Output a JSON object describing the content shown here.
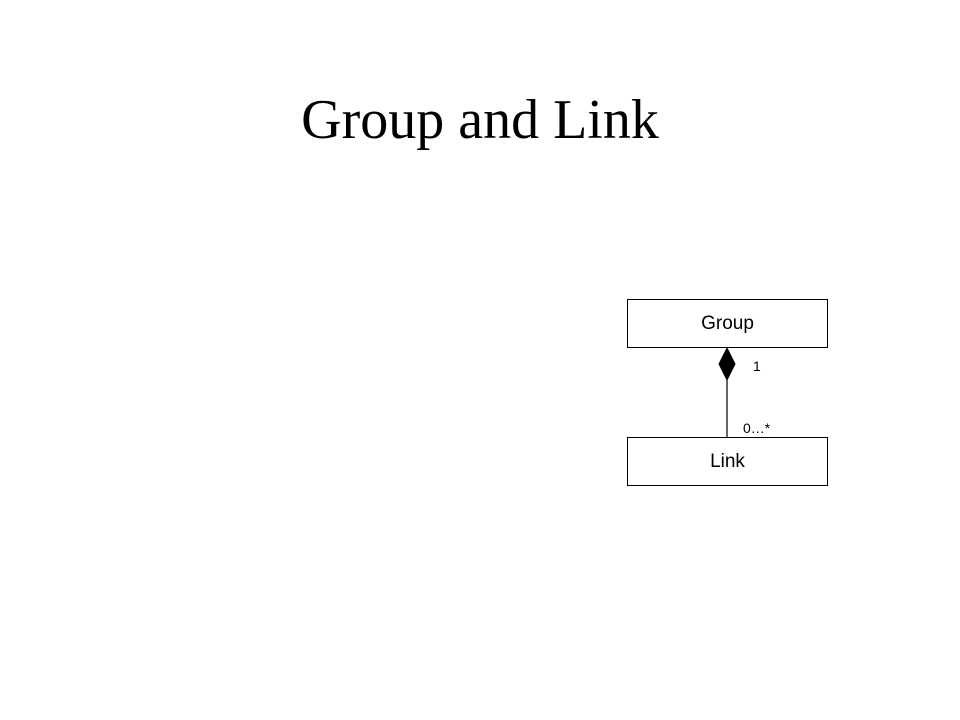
{
  "slide": {
    "title": "Group and Link"
  },
  "diagram": {
    "type": "uml-class-composition",
    "classes": [
      {
        "id": "group",
        "name": "Group"
      },
      {
        "id": "link",
        "name": "Link"
      }
    ],
    "association": {
      "kind": "composition",
      "whole": "Group",
      "part": "Link",
      "whole_multiplicity": "1",
      "part_multiplicity": "0…*"
    },
    "colors": {
      "background": "#ffffff",
      "stroke": "#000000",
      "text": "#000000"
    }
  }
}
